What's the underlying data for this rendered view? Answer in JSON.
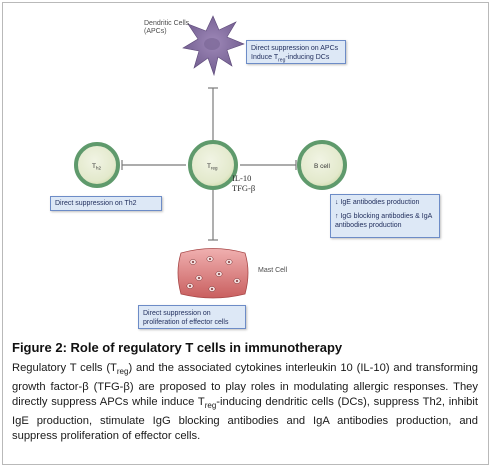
{
  "diagram": {
    "dendritic_label": "Dendritic Cells (APCs)",
    "dc_note_line1": "Direct suppression on APCs",
    "dc_note_line2_pre": "Induce T",
    "dc_note_line2_sub": "reg",
    "dc_note_line2_post": "-inducing DCs",
    "treg_cell_pre": "T",
    "treg_cell_sub": "reg",
    "th2_cell_pre": "T",
    "th2_cell_sub": "h2",
    "bcell_label": "B cell",
    "cytokine_1": "IL-10",
    "cytokine_2": "TFG-β",
    "th2_note": "Direct suppression on Th2",
    "b_note_1": "↓ IgE antibodies production",
    "b_note_2": "↑ IgG blocking antibodies & IgA antibodies production",
    "mast_label": "Mast Cell",
    "mast_note": "Direct suppression on proliferation of effector cells",
    "colors": {
      "dendritic": "#8e76a8",
      "cell_fill": "#e7ecd3",
      "cell_ring": "#5f9a6c",
      "mast": "#d97b7b",
      "note_fill": "#dde8f6",
      "note_border": "#6d8cc7"
    }
  },
  "caption": {
    "title": "Figure 2: Role of regulatory T cells in immunotherapy",
    "p1": "Regulatory T cells (T",
    "p1_sub": "reg",
    "p2": ") and the associated cytokines interleukin 10 (IL-10) and transforming growth factor-β (TFG-β) are proposed to play roles in modulating allergic responses. They directly suppress APCs while induce T",
    "p2_sub": "reg",
    "p3": "-inducing dendritic cells (DCs), suppress Th2, inhibit IgE production, stimulate IgG blocking antibodies and IgA antibodies production, and suppress proliferation of effector cells."
  }
}
